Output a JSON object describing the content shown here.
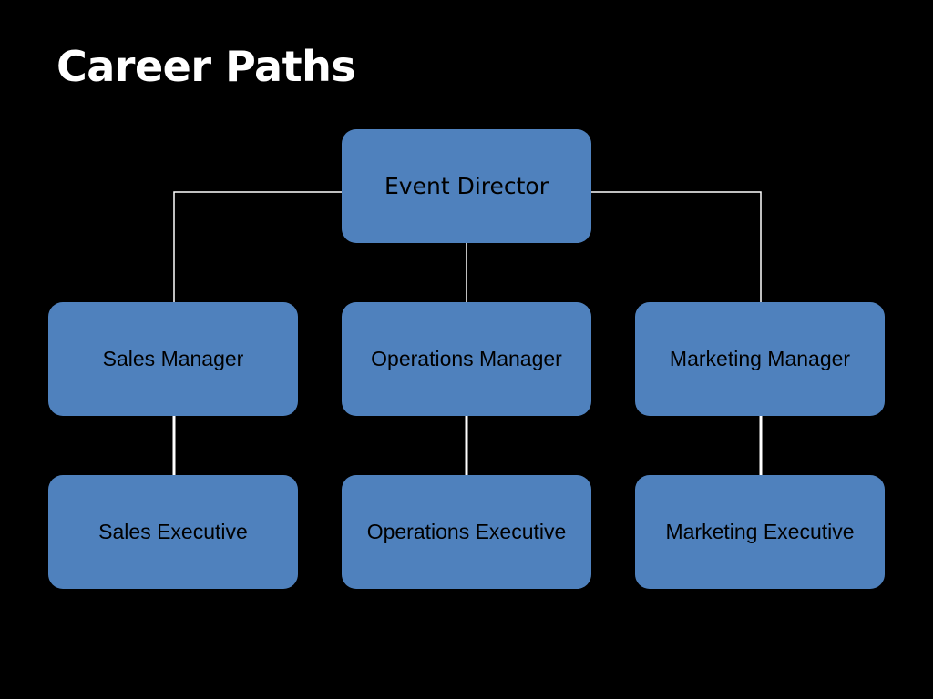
{
  "slide": {
    "title": "Career Paths",
    "background_color": "#000000",
    "box_color": "#4f81bd",
    "line_color": "#ffffff"
  },
  "org_chart": {
    "root": {
      "label": "Event Director"
    },
    "managers": [
      {
        "label": "Sales Manager"
      },
      {
        "label": "Operations Manager"
      },
      {
        "label": "Marketing Manager"
      }
    ],
    "executives": [
      {
        "label": "Sales Executive"
      },
      {
        "label": "Operations Executive"
      },
      {
        "label": "Marketing Executive"
      }
    ]
  }
}
